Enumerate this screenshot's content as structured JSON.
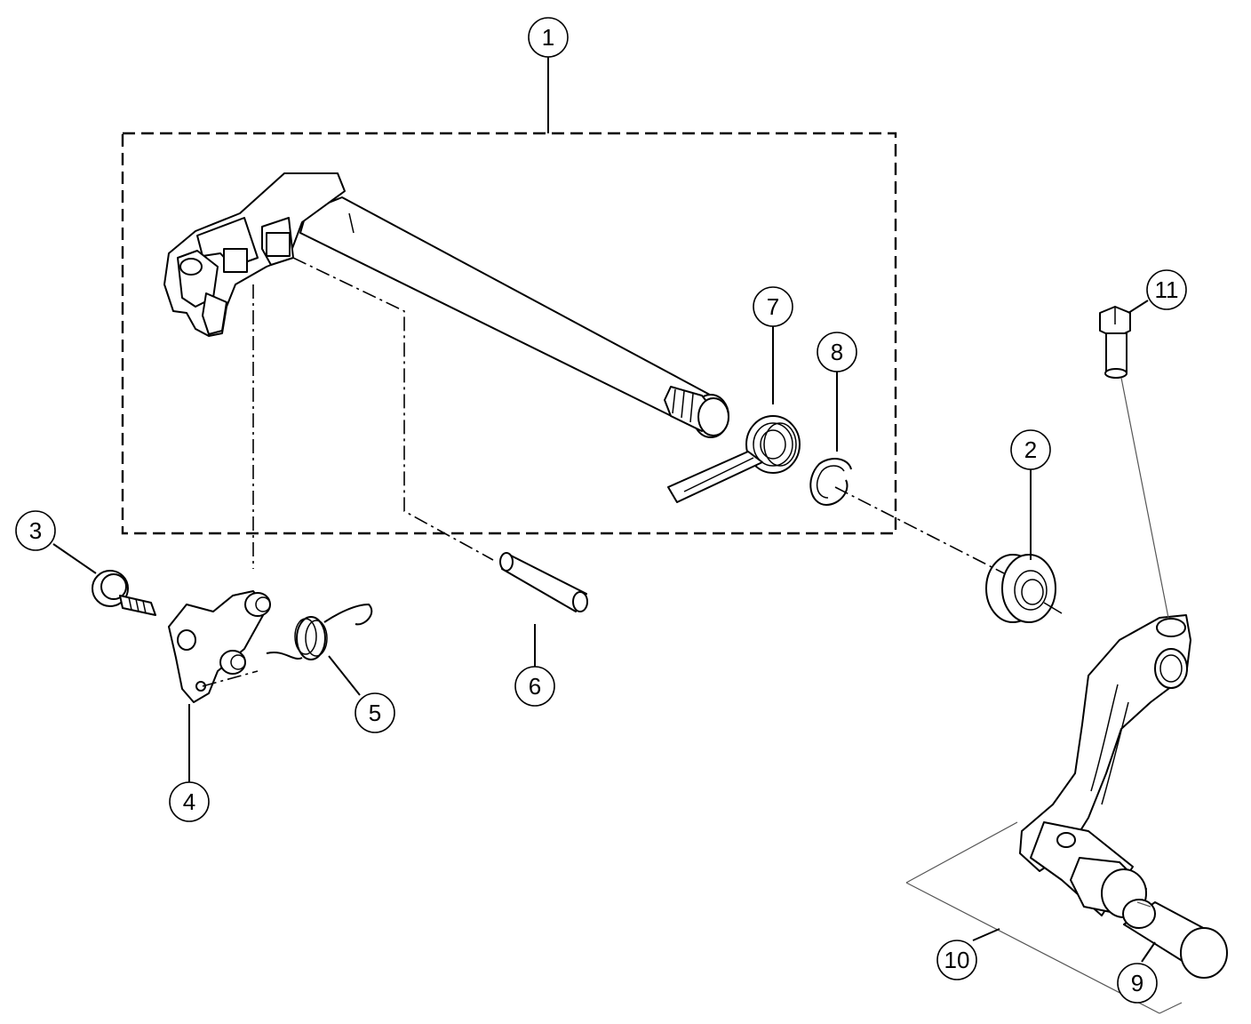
{
  "diagram": {
    "type": "exploded-parts-view",
    "callouts": [
      {
        "id": "c1",
        "label": "1"
      },
      {
        "id": "c2",
        "label": "2"
      },
      {
        "id": "c3",
        "label": "3"
      },
      {
        "id": "c4",
        "label": "4"
      },
      {
        "id": "c5",
        "label": "5"
      },
      {
        "id": "c6",
        "label": "6"
      },
      {
        "id": "c7",
        "label": "7"
      },
      {
        "id": "c8",
        "label": "8"
      },
      {
        "id": "c9",
        "label": "9"
      },
      {
        "id": "c10",
        "label": "10"
      },
      {
        "id": "c11",
        "label": "11"
      }
    ],
    "colors": {
      "line": "#000000",
      "background": "#ffffff",
      "guide": "#555555"
    }
  }
}
